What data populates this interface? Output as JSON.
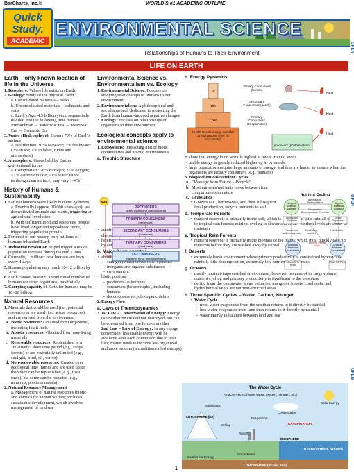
{
  "header": {
    "publisher": "BarCharts, Inc.®",
    "tagline": "WORLD'S #1 ACADEMIC OUTLINE",
    "logo_line1": "Quick",
    "logo_line2": "Study.",
    "logo_line3": "ACADEMIC",
    "title": "ENVIRONMENTAL SCIENCE",
    "subtitle": "Relationships of Humans to Their Environment"
  },
  "section_title": "LIFE ON EARTH",
  "side_tab": [
    "OPEN",
    "OPEN",
    "OPEN"
  ],
  "col1": {
    "h_earth": "Earth – only known location of life in the Universe",
    "earth_items": [
      {
        "n": "1.",
        "b": "Biosphere:",
        "t": " Where life exists on Earth"
      },
      {
        "n": "2.",
        "b": "Geology:",
        "t": " Study of the physical Earth"
      }
    ],
    "geology_subs": [
      "a. Consolidated materials – rocks",
      "b. Unconsolidated materials – sediments and soils",
      "c. Earth's Age: 4.5 billion years, sequentially divided into the following time frames: Precambrian → Paleozoic Era → Mesozoic Era → Cenozoic Era"
    ],
    "water_item": {
      "n": "3.",
      "b": "Water (Hydrosphere):",
      "t": " Covers 70% of Earth's surface"
    },
    "water_subs": [
      "a. Distribution: 97% seawater; 3% freshwater (2% in ice; 1% in lakes, rivers and atmosphere)"
    ],
    "atmo_item": {
      "n": "4.",
      "b": "Atmosphere:",
      "t": " Gases held by Earth's gravitational forces"
    },
    "atmo_subs": [
      "a. Composition: 78% nitrogen; 21% oxygen; <1% carbon dioxide; <1% water vapor (although near surface, may vary 1–4%)"
    ],
    "h_history": "History of Humans & Sustainability",
    "history_items": [
      {
        "n": "1.",
        "t": "Earliest humans were likely hunters/ gatherers"
      }
    ],
    "history_subs": [
      "a. Eventually (approx. 10,000 years ago), we domesticated animals and plants, triggering an agricultural revolution",
      "b. With sufficient food and resources, people have lived longer and reproduced more, triggering population growth"
    ],
    "history_items2": [
      {
        "n": "2.",
        "b": "",
        "t": "For most of our history, only millions of humans inhabited Earth"
      },
      {
        "n": "3.",
        "b": "Industrial revolution",
        "t": " helped trigger a major population increase during the mid 1700s"
      },
      {
        "n": "4.",
        "b": "",
        "t": "Currently, 1 million+ new humans are born every 4 days"
      },
      {
        "n": "5.",
        "b": "",
        "t": "Human population may reach 10–12 billion by 2050"
      },
      {
        "n": "6.",
        "b": "",
        "t": "Earth cannot \"sustain\" an unlimited number of humans (or other organisms) indefinitely"
      },
      {
        "n": "7.",
        "b": "Carrying capacity",
        "t": " of Earth for humans may be 10–20 billion"
      }
    ],
    "h_resources": "Natural Resources",
    "res_item1": "Materials that could be used (i.e., potential resources or are used (i.e., actual resources), and are derived from the environment",
    "res_subs": [
      {
        "n": "a.",
        "b": "Biotic resources:",
        "t": " Obtained from organisms, including fossil fuels"
      },
      {
        "n": "b.",
        "b": "Abiotic resources:",
        "t": " Obtained from non-living materials"
      },
      {
        "n": "c.",
        "b": "Renewable resources:",
        "t": " Replenished in a \"relatively\" short time period (e.g., crops, forests) or are essentially unlimited (e.g., sunlight, wind, air, waves)"
      },
      {
        "n": "d.",
        "b": "Non-renewable resources:",
        "t": " Created over geological time frames and are used faster than they can be replenished (e.g., fossil fuels), but some can be recycled (e.g., minerals, precious metals)"
      }
    ],
    "res_item2": {
      "n": "2.",
      "b": "Natural Resource Management",
      "t": ""
    },
    "res_mgmt_subs": [
      "a. Management of natural resources (biotic and abiotic) for human welfare; includes sustainable development, which involves management of land use"
    ]
  },
  "col2": {
    "h_vs": "Environmental Science vs. Environmentalism vs. Ecology",
    "vs_items": [
      {
        "n": "1.",
        "b": "Environmental Science:",
        "t": " Focuses on studying relationships of humans to our environment"
      },
      {
        "n": "2.",
        "b": "Environmentalism:",
        "t": " A philosophical and social approach dedicated to protecting the Earth from human-induced negative changes"
      },
      {
        "n": "3.",
        "b": "Ecology:",
        "t": " Focuses on relationships of organisms to their environment"
      }
    ],
    "h_concepts": "Ecological concepts apply to environmental science",
    "concept_item": {
      "n": "1.",
      "b": "Ecosystems:",
      "t": " Interacting unit of biotic communities and abiotic environments"
    },
    "trophic_label": "a. Trophic Structure",
    "trophic": {
      "sun": "SUN",
      "producers": "PRODUCERS",
      "producers_sub": "(green plants and cyanobacteria)",
      "primary": "PRIMARY CONSUMERS",
      "primary_sub": "(herbivores)",
      "secondary": "SECONDARY CONSUMERS",
      "secondary_sub": "(carnivores)",
      "tertiary": "TERTIARY CONSUMERS",
      "tertiary_sub": "(carnivores)",
      "decomposers": "DECOMPOSERS",
      "decomposers_sub": "(bacteria, fungi, detritus feeders)"
    },
    "trophic_bullets": [
      "autotrophs – use either photosynthesis or chemosynthesis to produce food",
      "heterotrophs – use food molecules produced by autotrophs"
    ],
    "consumers_label": "b. Major Components",
    "components": [
      {
        "kind": "bul",
        "t": "abiotic portions"
      },
      {
        "kind": "dash",
        "t": "sunlight (which drives most systems)"
      },
      {
        "kind": "dash",
        "t": "inorganic and organic substances"
      },
      {
        "kind": "dash",
        "t": "environment"
      },
      {
        "kind": "bul",
        "t": "biotic portions"
      },
      {
        "kind": "dash",
        "t": "producers (autotrophs)"
      },
      {
        "kind": "dash",
        "t": "consumers (heterotrophs), including humans"
      },
      {
        "kind": "dash",
        "t": "decomposers recycle organic debris"
      }
    ],
    "energy_item": {
      "n": "2.",
      "b": "Energy Flow",
      "t": ""
    },
    "thermo_label": "a. Laws of Thermodynamics",
    "thermo": [
      {
        "b": "1st Law – Conservation of Energy:",
        "t": " Energy can neither be created nor destroyed, but can be converted from one form or another"
      },
      {
        "b": "2nd Law – Law of Entropy:",
        "t": " In any energy conversion, less usable energy will be available after each conversion due to heat loss; matter tends to become less organized and more random (a condition called entropy)"
      }
    ]
  },
  "col3": {
    "pyramid_label": "b. Energy Pyramids",
    "pyramid": {
      "tertiary": "Tertiary Consumers (human)",
      "value_tertiary": "10",
      "secondary": "Secondary Consumers (perch)",
      "value_secondary": "100",
      "primary": "Primary Consumers (zooplankton)",
      "value_primary": "1,000",
      "base": "10,000 Usable energy available at each trophic level (in kilocalories)",
      "producers": "producers (phytoplankton)",
      "heat": "Heat"
    },
    "pyramid_bullets": [
      "show that energy to do work is highest at lower trophic levels",
      "usable energy is greatly reduced higher up in pyramids",
      "large populations require large amounts of energy, and thus are harder to sustain when the organisms are tertiary consumers (e.g., humans)"
    ],
    "bio_item": {
      "n": "3.",
      "b": "Biogeochemical/Nutrient Cycles",
      "t": ""
    },
    "bio_subs": [
      {
        "n": "a.",
        "t": "\"Message from Nature – Recycle\""
      },
      {
        "n": "b.",
        "t": "Most minerals/nutrients move between four compartments in nature"
      },
      {
        "n": "c.",
        "b": "Grasslands",
        "t": ""
      }
    ],
    "grass_bullets": [
      "Grazers (i.e., herbivores), and their subsequent fecal production, recycle nutrients to soil"
    ],
    "temp_label": "d. Temperate Forests",
    "temp_bullets": [
      "nutrient reservoir is primarily in the soil, which is subjected to little rainfall compared to tropical rain forests; nutrient cycling is slower and steady nutrient levels are easier to maintain"
    ],
    "ncycle": {
      "title": "Nutrient Cycling",
      "org_avail": "Organic Materials Available",
      "inorg_avail": "Inorganic Materials Available",
      "atmo": "Atmosphere Soilwater",
      "living": "Living Organisms, Detritus",
      "assim": "Assimilation, Photosynthesis",
      "resp": "Respiration, Decomposition, Excretion",
      "form": "Formation of sedimentary rock",
      "weather": "Weathering, erosion",
      "fossil": "Fossilization",
      "burning": "Burning of fossil fuels",
      "inorg_un": "Inorganic Materials Unavailable",
      "org_un": "Organic Materials Unavailable",
      "minerals": "Minerals In Rock",
      "coal": "Coal, Oil, Peat"
    },
    "tropical_label": "e. Tropical Rain Forests",
    "tropical_bullets": [
      "nutrient reservoir is primarily in the biomass of the plants, which must quickly take up nutrients before they are washed away by rainfall"
    ],
    "desert_label": "f. Deserts",
    "desert_bullets": [
      "extremely harsh environment where primary productivity is constrained by very low rainfall; little decomposition, extremely low nutrient cycling rates"
    ],
    "ocean_label": "g. Oceans",
    "ocean_bullets": [
      "mostly nutrient-impoverished environment; however, because of its large volume, nutrient cycling and primary productivity is significant to the biosphere",
      "neritic (near the continents) areas, estuaries, mangrove forests, coral reefs, and hydrothermal vents are nutrient-enriched areas"
    ],
    "three_label": "h. Three Specific Cycles – Water, Carbon, Nitrogen",
    "water_bullet": "Water Cycle",
    "water_dashes": [
      "most water evaporates from the sea than returns to it directly by rainfall",
      "less water evaporates from land than returns to it directly by rainfall",
      "water mainly in balance between land and sea"
    ],
    "watercycle": {
      "title": "The Water Cycle",
      "atmosphere": "ATMOSPHERE (water vapor, oxygen, nitrogen, etc.)",
      "solar": "Solar Energy",
      "condensation": "Condensation",
      "sublimation": "Sublimation",
      "cryosphere": "CRYOSPHERE (ice)",
      "melting": "Melting",
      "transpiration": "TRANSPIRATION",
      "evaporation": "Evaporation",
      "city": "City",
      "biosphere": "BIOSPHERE",
      "hydrosphere": "HYDROSPHERE (WATER)",
      "groundwater": "Groundwater",
      "geothermal": "Geothermal Energy",
      "lithosphere": "LITHOSPHERE (Rocks, Soil)",
      "runoff": "Runoff"
    }
  },
  "page_number": "1"
}
